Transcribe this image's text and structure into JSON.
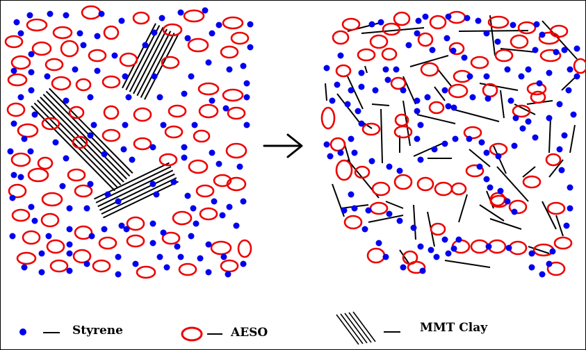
{
  "legend": {
    "styrene_label": "Styrene",
    "aeso_label": "AESO",
    "clay_label": "MMT Clay",
    "dash": "—"
  },
  "colors": {
    "styrene": "#0000ee",
    "aeso": "#ee0000",
    "clay": "#000000",
    "background": "#ffffff"
  }
}
